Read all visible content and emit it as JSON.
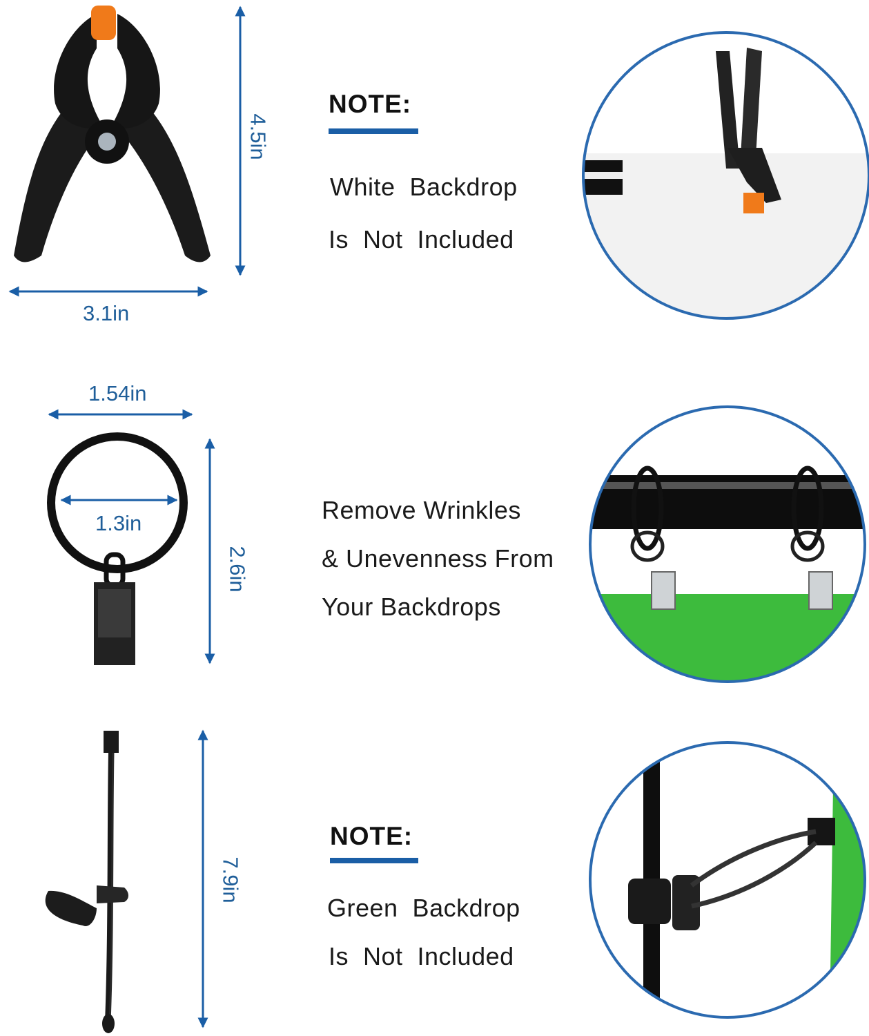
{
  "colors": {
    "accent": "#1a5ea6",
    "circle_border": "#2b6ab0",
    "clamp_orange": "#f07a1a",
    "backdrop_green": "#3dbb3d"
  },
  "section1": {
    "dim_height": "4.5in",
    "dim_width": "3.1in",
    "note_title": "NOTE:",
    "note_line1": "White  Backdrop",
    "note_line2": "Is  Not  Included"
  },
  "section2": {
    "dim_outer": "1.54in",
    "dim_inner": "1.3in",
    "dim_height": "2.6in",
    "line1": "Remove Wrinkles",
    "line2": "& Unevenness From",
    "line3": "Your Backdrops"
  },
  "section3": {
    "dim_height": "7.9in",
    "note_title": "NOTE:",
    "note_line1": "Green  Backdrop",
    "note_line2": "Is  Not  Included"
  }
}
